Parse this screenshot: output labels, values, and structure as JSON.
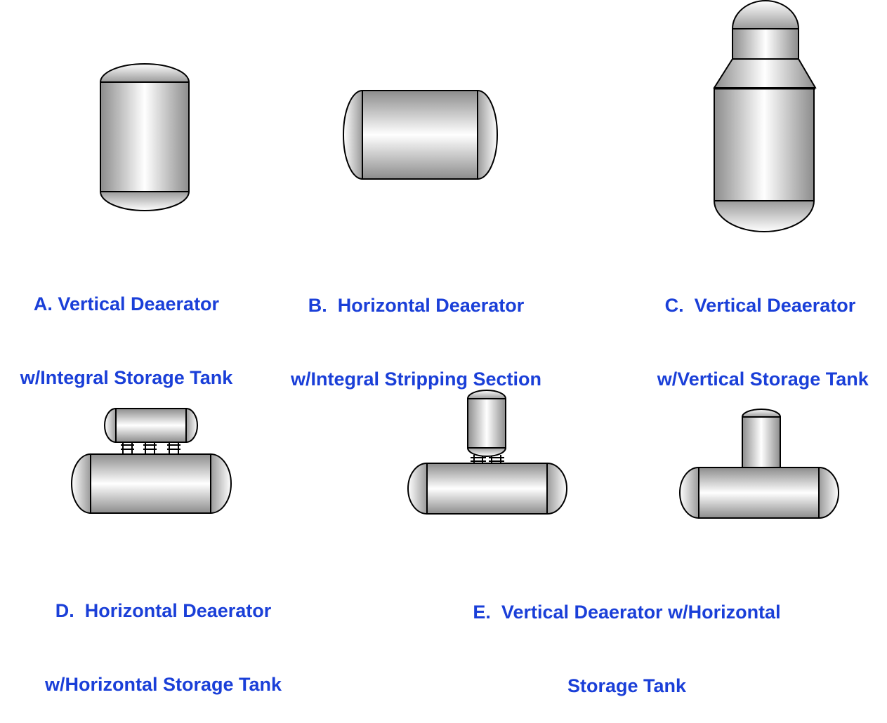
{
  "colors": {
    "caption": "#1a3fd8",
    "stroke": "#000000",
    "shade_dark": "#8c8c8c",
    "shade_light": "#ffffff"
  },
  "captions": {
    "a": {
      "line1": "A. Vertical Deaerator",
      "line2": "w/Integral Storage Tank"
    },
    "b": {
      "line1": "B.  Horizontal Deaerator",
      "line2": "w/Integral Stripping Section"
    },
    "c": {
      "line1": "C.  Vertical Deaerator",
      "line2": " w/Vertical Storage Tank"
    },
    "d": {
      "line1": "D.  Horizontal Deaerator",
      "line2": "w/Horizontal Storage Tank"
    },
    "e": {
      "line1": "E.  Vertical Deaerator w/Horizontal",
      "line2": "Storage Tank"
    }
  }
}
